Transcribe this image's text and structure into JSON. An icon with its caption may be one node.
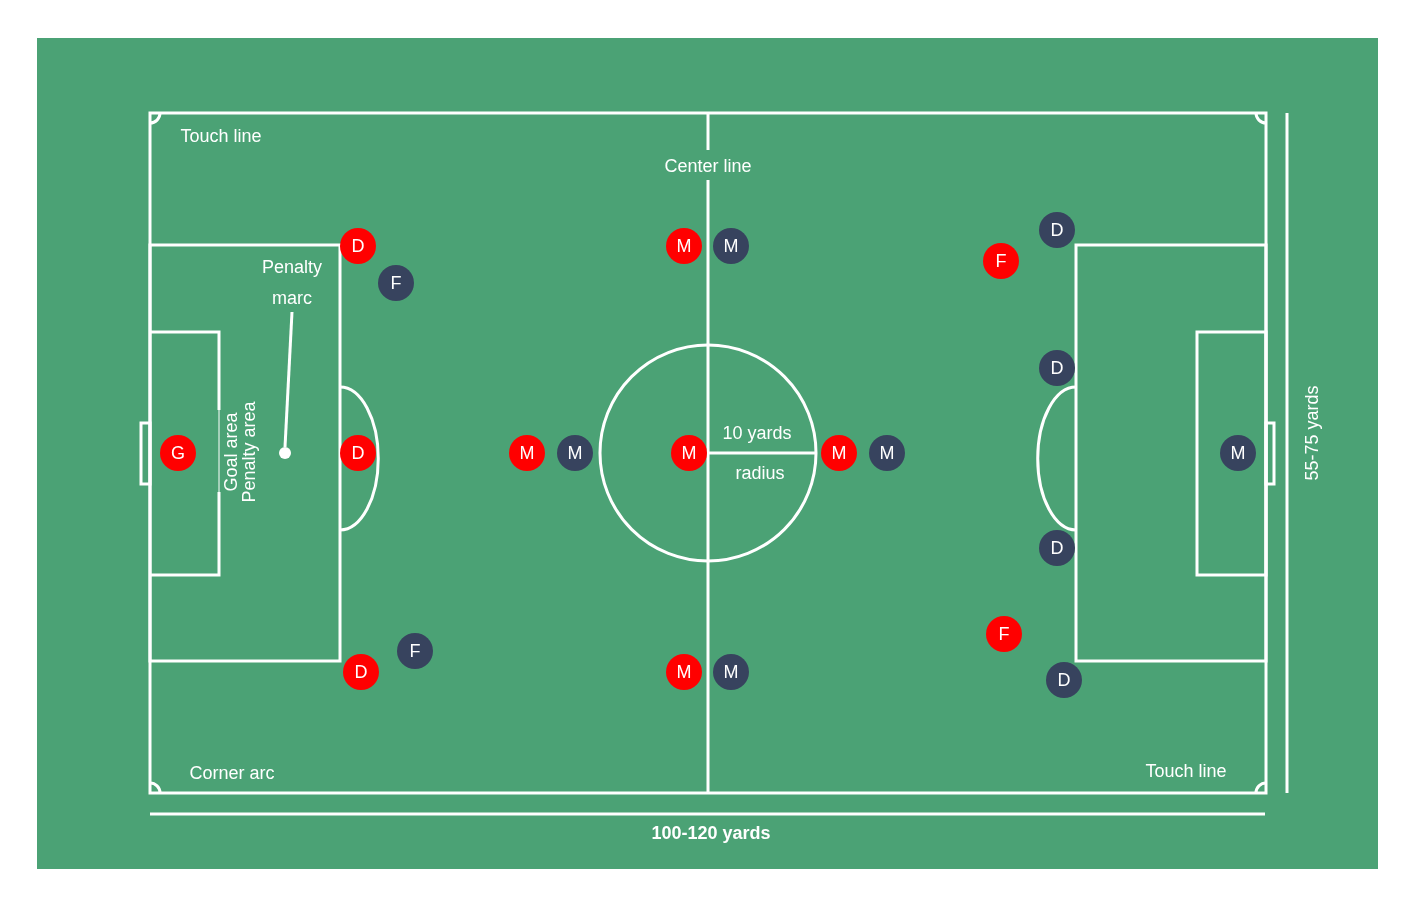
{
  "diagram": {
    "nodes": [
      {
        "text": [
          "D"
        ]
      },
      {
        "text": [
          "D"
        ]
      },
      {
        "text": [
          "M"
        ]
      },
      {
        "text": [
          "M"
        ]
      },
      {
        "text": [
          "F"
        ]
      },
      {
        "text": [
          "Penalty marc"
        ]
      },
      {
        "text": [
          "F"
        ]
      },
      {
        "text": [
          "D"
        ]
      },
      {
        "text": [
          "G"
        ]
      },
      {
        "text": [],
        "shape": "circle"
      },
      {
        "text": [
          "D"
        ]
      },
      {
        "text": [
          "M"
        ]
      },
      {
        "text": [
          "M"
        ]
      },
      {
        "text": [
          "M"
        ]
      },
      {
        "text": [
          "M"
        ]
      },
      {
        "text": [
          "M"
        ]
      },
      {
        "text": [
          "M"
        ]
      },
      {
        "text": [
          "D"
        ]
      },
      {
        "text": [
          "F"
        ]
      },
      {
        "text": [
          "F"
        ]
      },
      {
        "text": [
          "D"
        ]
      },
      {
        "text": [
          "M"
        ]
      },
      {
        "text": [
          "M"
        ]
      },
      {
        "text": [
          "D"
        ]
      }
    ],
    "edges": [
      {
        "from": 5,
        "to": 9,
        "arrow": "none"
      }
    ],
    "labels": [
      "Touch line",
      "Center line",
      "10 yards",
      "radius",
      "Goal area",
      "Penalty area",
      "Corner arc",
      "Touch line",
      "100-120 yards",
      "55-75 yards"
    ]
  }
}
